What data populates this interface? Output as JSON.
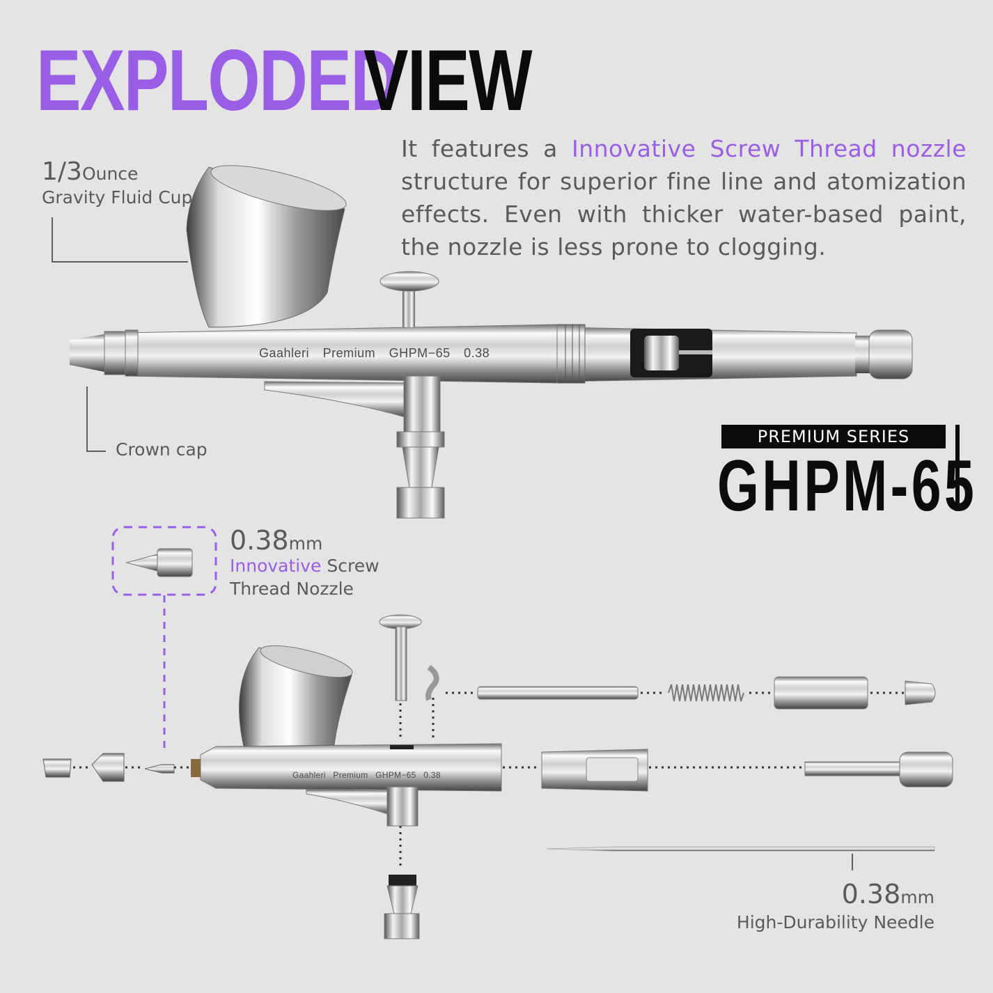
{
  "heading": {
    "word1": "EXPLODED",
    "word2": "VIEW",
    "word1_color": "#9a5ee6",
    "word2_color": "#0b0b0b"
  },
  "description": {
    "before": "It features a ",
    "highlight": "Innovative Screw Thread nozzle",
    "after": " structure for superior fine line and atomization effects. Even with thicker water-based paint, the nozzle is less prone to clogging.",
    "highlight_color": "#9a5ee6"
  },
  "callouts": {
    "cup": {
      "amount": "1/3",
      "unit": "Ounce",
      "line2": "Gravity Fluid Cup"
    },
    "crown": {
      "label": "Crown cap"
    },
    "nozzle": {
      "size": "0.38",
      "unit": "mm",
      "highlight": "Innovative",
      "rest1": " Screw",
      "line3": "Thread Nozzle"
    },
    "needle": {
      "size": "0.38",
      "unit": "mm",
      "line2": "High-Durability Needle"
    }
  },
  "badge": {
    "series": "PREMIUM SERIES",
    "model": "GHPM-65"
  },
  "engraving": {
    "brand": "Gaahleri",
    "line": "Premium",
    "model": "GHPM−65",
    "size": "0.38"
  },
  "icons": {
    "airbrush": "airbrush-icon",
    "cup": "fluid-cup-icon",
    "nozzle": "nozzle-icon",
    "needle": "needle-icon",
    "spring": "spring-icon",
    "crown": "crown-cap-icon"
  }
}
